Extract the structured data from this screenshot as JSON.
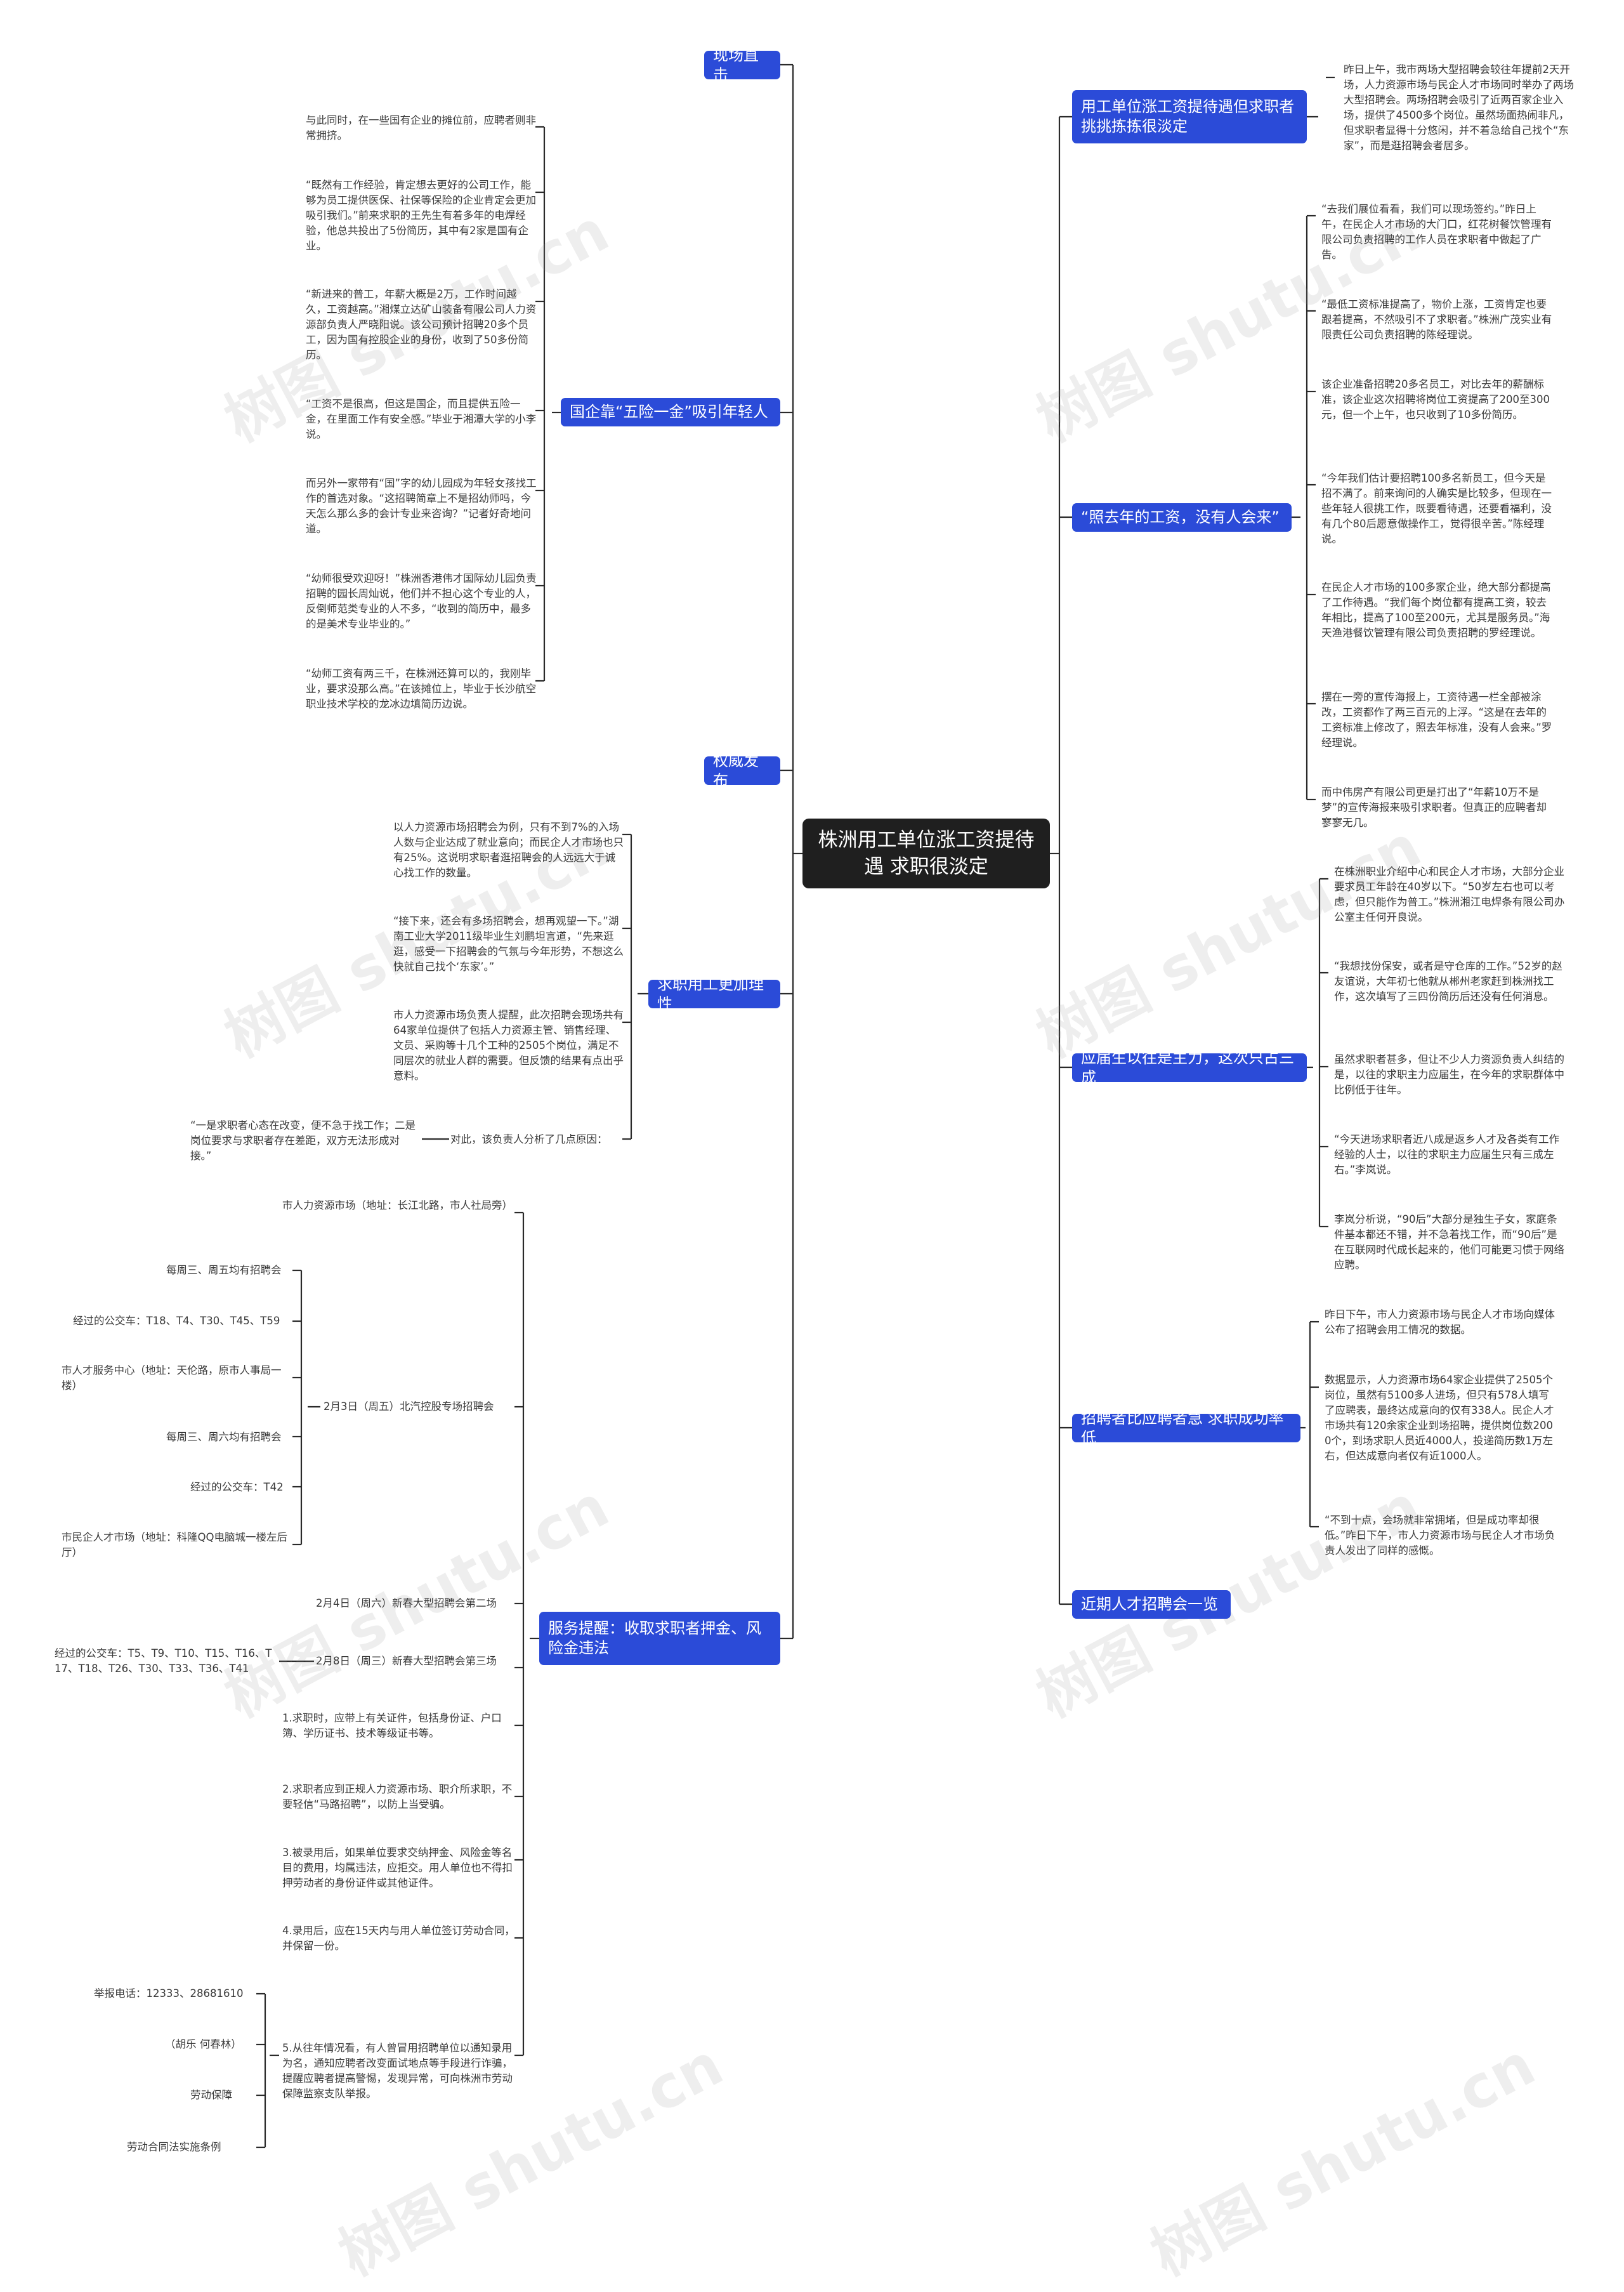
{
  "watermark": "树图 shutu.cn",
  "center": "株洲用工单位涨工资提待遇 求职很淡定",
  "left": [
    {
      "label": "现场直击",
      "children": []
    },
    {
      "label": "国企靠“五险一金”吸引年轻人",
      "children": [
        {
          "text": "与此同时，在一些国有企业的摊位前，应聘者则非常拥挤。"
        },
        {
          "text": "“既然有工作经验，肯定想去更好的公司工作，能够为员工提供医保、社保等保险的企业肯定会更加吸引我们。”前来求职的王先生有着多年的电焊经验，他总共投出了5份简历，其中有2家是国有企业。"
        },
        {
          "text": "“新进来的普工，年薪大概是2万，工作时间越久，工资越高。”湘煤立达矿山装备有限公司人力资源部负责人严晓阳说。该公司预计招聘20多个员工，因为国有控股企业的身份，收到了50多份简历。"
        },
        {
          "text": "“工资不是很高，但这是国企，而且提供五险一金，在里面工作有安全感。”毕业于湘潭大学的小李说。"
        },
        {
          "text": "而另外一家带有“国”字的幼儿园成为年轻女孩找工作的首选对象。“这招聘简章上不是招幼师吗，今天怎么那么多的会计专业来咨询？”记者好奇地问道。"
        },
        {
          "text": "“幼师很受欢迎呀！”株洲香港伟才国际幼儿园负责招聘的园长周灿说，他们并不担心这个专业的人，反倒师范类专业的人不多，“收到的简历中，最多的是美术专业毕业的。”"
        },
        {
          "text": "“幼师工资有两三千，在株洲还算可以的，我刚毕业，要求没那么高。”在该摊位上，毕业于长沙航空职业技术学校的龙冰边填简历边说。"
        }
      ]
    },
    {
      "label": "权威发布",
      "children": []
    },
    {
      "label": "求职用工更加理性",
      "children": [
        {
          "text": "以人力资源市场招聘会为例，只有不到7%的入场人数与企业达成了就业意向；而民企人才市场也只有25%。这说明求职者逛招聘会的人远远大于诚心找工作的数量。"
        },
        {
          "text": "“接下来，还会有多场招聘会，想再观望一下。”湖南工业大学2011级毕业生刘鹏坦言道，“先来逛逛，感受一下招聘会的气氛与今年形势，不想这么快就自己找个‘东家’。”"
        },
        {
          "text": "市人力资源市场负责人提醒，此次招聘会现场共有64家单位提供了包括人力资源主管、销售经理、文员、采购等十几个工种的2505个岗位，满足不同层次的就业人群的需要。但反馈的结果有点出乎意料。"
        },
        {
          "text": "对此，该负责人分析了几点原因：",
          "children": [
            {
              "text": "“一是求职者心态在改变，便不急于找工作；二是岗位要求与求职者存在差距，双方无法形成对接。”"
            }
          ]
        }
      ]
    },
    {
      "label": "服务提醒：收取求职者押金、风险金违法",
      "children": [
        {
          "text": "市人力资源市场（地址：长江北路，市人社局旁）"
        },
        {
          "text": "2月3日（周五）北汽控股专场招聘会",
          "children": [
            {
              "text": "每周三、周五均有招聘会"
            },
            {
              "text": "经过的公交车：T18、T4、T30、T45、T59"
            },
            {
              "text": "市人才服务中心（地址：天伦路，原市人事局一楼）"
            },
            {
              "text": "每周三、周六均有招聘会"
            },
            {
              "text": "经过的公交车：T42"
            },
            {
              "text": "市民企人才市场（地址：科隆QQ电脑城一楼左后厅）"
            }
          ]
        },
        {
          "text": "2月4日（周六）新春大型招聘会第二场"
        },
        {
          "text": "2月8日（周三）新春大型招聘会第三场",
          "children": [
            {
              "text": "经过的公交车：T5、T9、T10、T15、T16、T17、T18、T26、T30、T33、T36、T41"
            }
          ]
        },
        {
          "text": "1.求职时，应带上有关证件，包括身份证、户口簿、学历证书、技术等级证书等。"
        },
        {
          "text": "2.求职者应到正规人力资源市场、职介所求职，不要轻信“马路招聘”，以防上当受骗。"
        },
        {
          "text": "3.被录用后，如果单位要求交纳押金、风险金等名目的费用，均属违法，应拒交。用人单位也不得扣押劳动者的身份证件或其他证件。"
        },
        {
          "text": "4.录用后，应在15天内与用人单位签订劳动合同，并保留一份。"
        },
        {
          "text": "5.从往年情况看，有人曾冒用招聘单位以通知录用为名，通知应聘者改变面试地点等手段进行诈骗，提醒应聘者提高警惕，发现异常，可向株洲市劳动保障监察支队举报。",
          "children": [
            {
              "text": "举报电话：12333、28681610"
            },
            {
              "text": "（胡乐 何春林）"
            },
            {
              "text": "劳动保障"
            },
            {
              "text": "劳动合同法实施条例"
            }
          ]
        }
      ]
    }
  ],
  "right": [
    {
      "label": "用工单位涨工资提待遇但求职者挑挑拣拣很淡定",
      "children": [
        {
          "text": "昨日上午，我市两场大型招聘会较往年提前2天开场，人力资源市场与民企人才市场同时举办了两场大型招聘会。两场招聘会吸引了近两百家企业入场，提供了4500多个岗位。虽然场面热闹非凡，但求职者显得十分悠闲，并不着急给自己找个“东家”，而是逛招聘会者居多。"
        }
      ]
    },
    {
      "label": "“照去年的工资，没有人会来”",
      "children": [
        {
          "text": "“去我们展位看看，我们可以现场签约。”昨日上午，在民企人才市场的大门口，红花树餐饮管理有限公司负责招聘的工作人员在求职者中做起了广告。"
        },
        {
          "text": "“最低工资标准提高了，物价上涨，工资肯定也要跟着提高，不然吸引不了求职者。”株洲广茂实业有限责任公司负责招聘的陈经理说。"
        },
        {
          "text": "该企业准备招聘20多名员工，对比去年的薪酬标准，该企业这次招聘将岗位工资提高了200至300元，但一个上午，也只收到了10多份简历。"
        },
        {
          "text": "“今年我们估计要招聘100多名新员工，但今天是招不满了。前来询问的人确实是比较多，但现在一些年轻人很挑工作，既要看待遇，还要看福利，没有几个80后愿意做操作工，觉得很辛苦。”陈经理说。"
        },
        {
          "text": "在民企人才市场的100多家企业，绝大部分都提高了工作待遇。“我们每个岗位都有提高工资，较去年相比，提高了100至200元，尤其是服务员。”海天渔港餐饮管理有限公司负责招聘的罗经理说。"
        },
        {
          "text": "摆在一旁的宣传海报上，工资待遇一栏全部被涂改，工资都作了两三百元的上浮。“这是在去年的工资标准上修改了，照去年标准，没有人会来。”罗经理说。"
        },
        {
          "text": "而中伟房产有限公司更是打出了“年薪10万不是梦”的宣传海报来吸引求职者。但真正的应聘者却寥寥无几。"
        }
      ]
    },
    {
      "label": "应届生以往是主力，这次只占三成",
      "children": [
        {
          "text": "在株洲职业介绍中心和民企人才市场，大部分企业要求员工年龄在40岁以下。“50岁左右也可以考虑，但只能作为普工。”株洲湘江电焊条有限公司办公室主任何开良说。"
        },
        {
          "text": "“我想找份保安，或者是守仓库的工作。”52岁的赵友谊说，大年初七他就从郴州老家赶到株洲找工作，这次填写了三四份简历后还没有任何消息。"
        },
        {
          "text": "虽然求职者甚多，但让不少人力资源负责人纠结的是，以往的求职主力应届生，在今年的求职群体中比例低于往年。"
        },
        {
          "text": "“今天进场求职者近八成是返乡人才及各类有工作经验的人士，以往的求职主力应届生只有三成左右。”李岚说。"
        },
        {
          "text": "李岚分析说，“90后”大部分是独生子女，家庭条件基本都还不错，并不急着找工作，而“90后”是在互联网时代成长起来的，他们可能更习惯于网络应聘。"
        }
      ]
    },
    {
      "label": "招聘者比应聘者急 求职成功率低",
      "children": [
        {
          "text": "昨日下午，市人力资源市场与民企人才市场向媒体公布了招聘会用工情况的数据。"
        },
        {
          "text": "数据显示，人力资源市场64家企业提供了2505个岗位，虽然有5100多人进场，但只有578人填写了应聘表，最终达成意向的仅有338人。民企人才市场共有120余家企业到场招聘，提供岗位数2000个，到场求职人员近4000人，投递简历数1万左右，但达成意向者仅有近1000人。"
        },
        {
          "text": "“不到十点，会场就非常拥堵，但是成功率却很低。”昨日下午，市人力资源市场与民企人才市场负责人发出了同样的感慨。"
        }
      ]
    },
    {
      "label": "近期人才招聘会一览",
      "children": []
    }
  ]
}
